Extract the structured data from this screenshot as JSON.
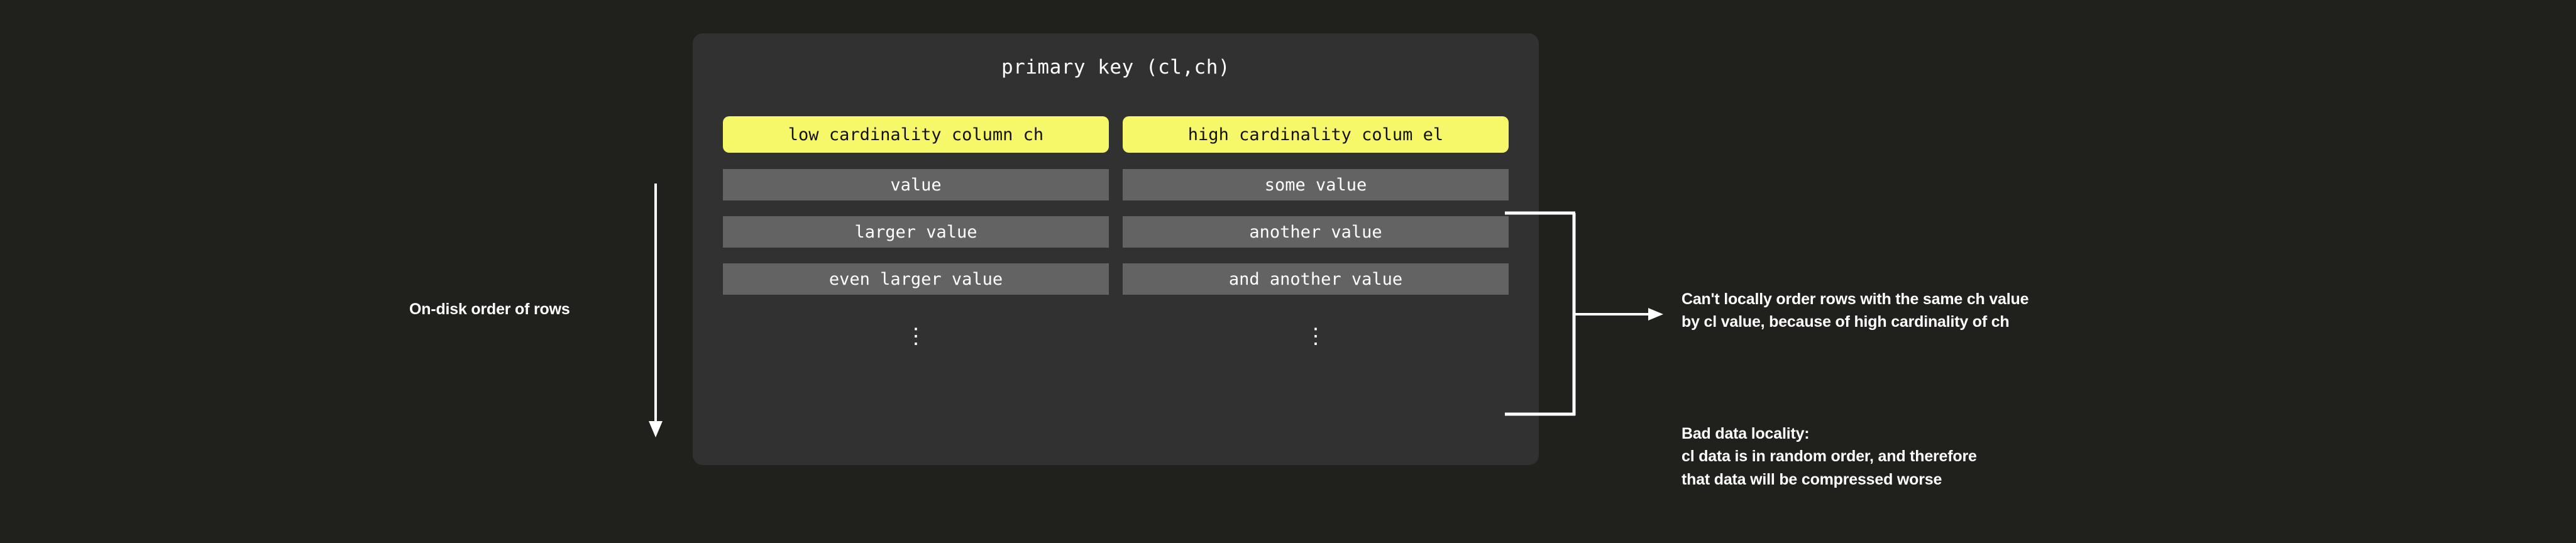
{
  "background_color": "#20211d",
  "card": {
    "background_color": "#313131",
    "title": "primary key (cl,ch)",
    "columns": [
      {
        "header": "low cardinality column ch",
        "header_color": "#f7f76a",
        "cells": [
          "value",
          "larger value",
          "even larger value"
        ],
        "ellipsis": "⋮"
      },
      {
        "header": "high cardinality colum el",
        "header_color": "#f7f76a",
        "cells": [
          "some value",
          "another value",
          "and another value"
        ],
        "ellipsis": "⋮"
      }
    ]
  },
  "left_annotation": {
    "label": "On-disk order of rows",
    "arrow_direction": "down"
  },
  "right_annotations": [
    {
      "id": "cardinality",
      "text": "Can't locally order rows with the same ch value\nby cl value, because of high cardinality of ch"
    },
    {
      "id": "locality",
      "text": "Bad data locality:\ncl data is in random order, and therefore\nthat data will be compressed worse"
    }
  ]
}
